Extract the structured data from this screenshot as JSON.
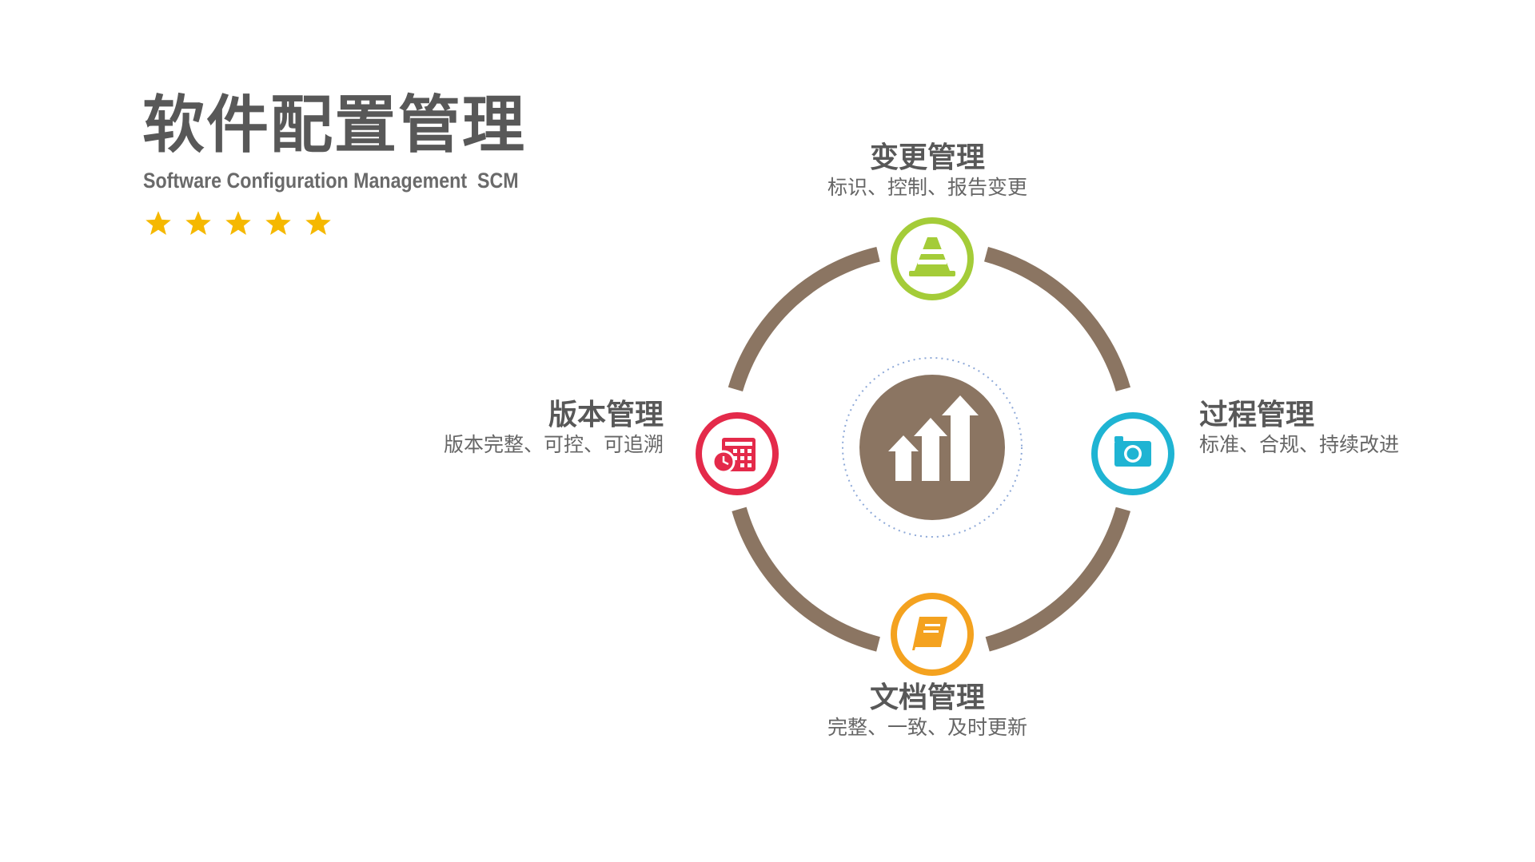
{
  "header": {
    "title": "软件配置管理",
    "subtitle": "Software Configuration Management  SCM",
    "rating_stars": 5,
    "star_color": "#f5b800"
  },
  "diagram": {
    "ring_color": "#8b7562",
    "center_icon": "rising-arrows-icon",
    "nodes": {
      "top": {
        "title": "变更管理",
        "description": "标识、控制、报告变更",
        "icon": "traffic-cone-icon",
        "color": "#a4cc38"
      },
      "right": {
        "title": "过程管理",
        "description": "标准、合规、持续改进",
        "icon": "camera-icon",
        "color": "#1fb4d3"
      },
      "bottom": {
        "title": "文档管理",
        "description": "完整、一致、及时更新",
        "icon": "book-icon",
        "color": "#f4a21f"
      },
      "left": {
        "title": "版本管理",
        "description": "版本完整、可控、可追溯",
        "icon": "calendar-clock-icon",
        "color": "#e42a4a"
      }
    }
  }
}
